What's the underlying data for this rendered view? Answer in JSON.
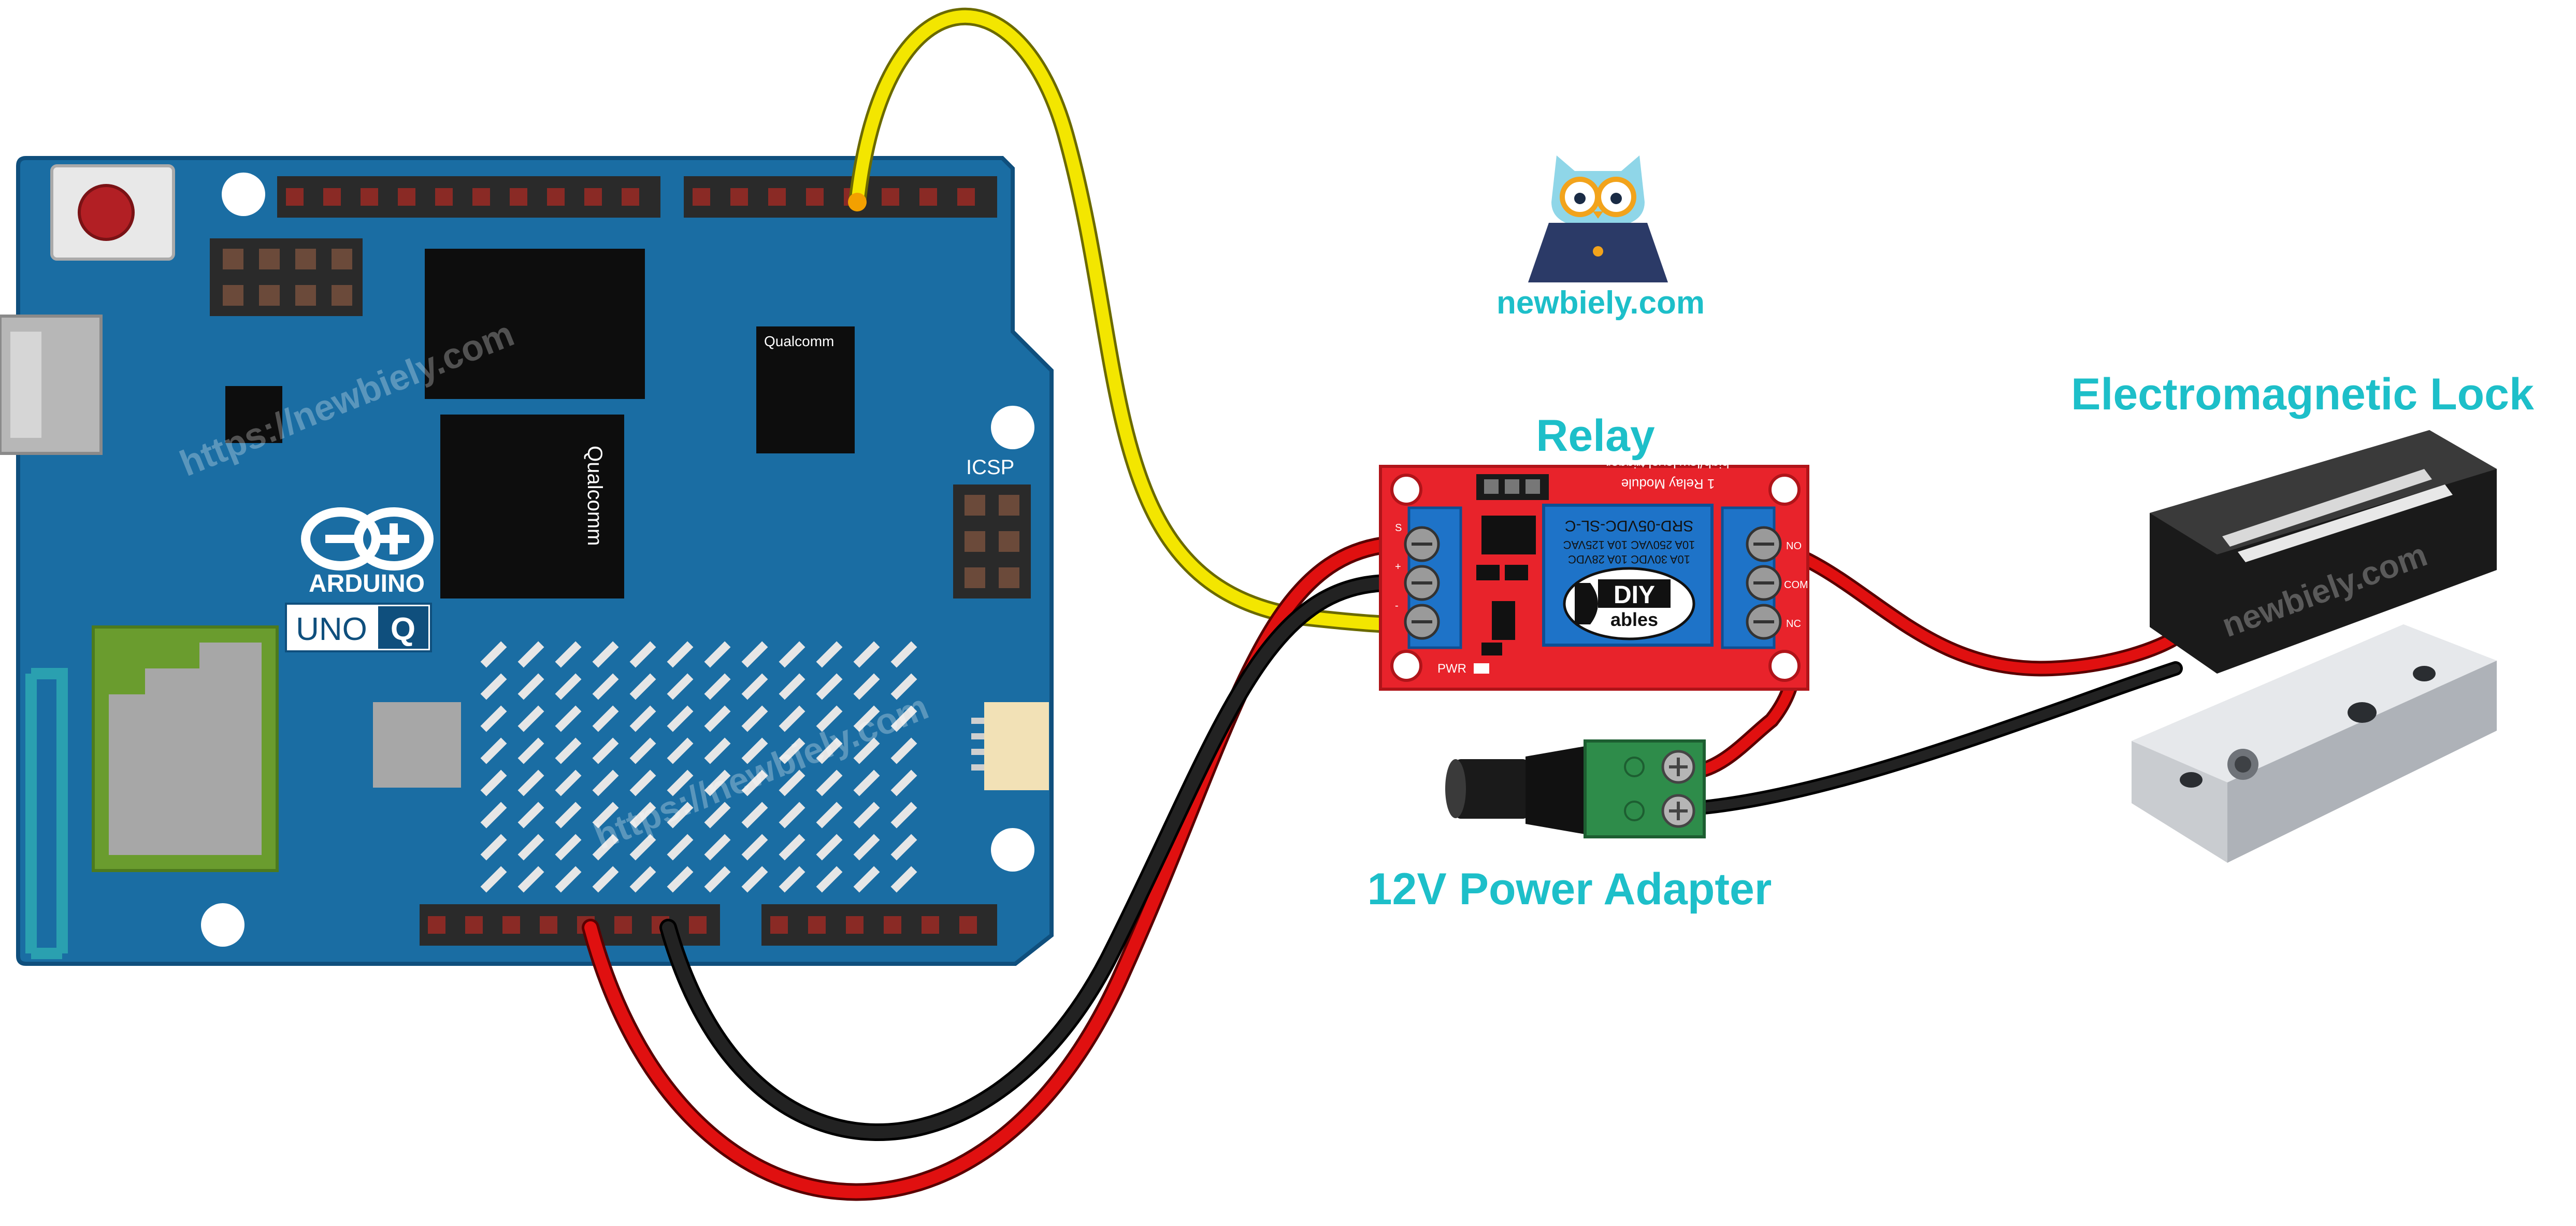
{
  "labels": {
    "relay": "Relay",
    "lock": "Electromagnetic Lock",
    "power": "12V Power Adapter",
    "logo_text": "newbiely.com"
  },
  "board": {
    "brand": "ARDUINO",
    "model": "UNO",
    "model_suffix": "Q",
    "icsp": "ICSP",
    "chip_brand": "Qualcomm"
  },
  "relay_module": {
    "logo_top": "DIY",
    "logo_bottom": "ables",
    "relay_part": "SRD-05VDC-SL-C",
    "rating_1": "10A 250VAC  10A 125VAC",
    "rating_2": "10A 30VDC  10A 28VDC",
    "module_title": "1 Relay Module",
    "trigger_label": "high/low level trigger",
    "pwr": "PWR",
    "pins": [
      "S",
      "+",
      "-"
    ],
    "terminals": [
      "NO",
      "COM",
      "NC"
    ]
  },
  "watermarks": {
    "board": "https://newbiely.com",
    "lock": "newbiely.com"
  },
  "colors": {
    "label": "#1dbfc9",
    "board": "#1a6da3",
    "relay_pcb": "#e8232b",
    "relay_body": "#1e73c8",
    "wire_signal": "#f3e600",
    "wire_power": "#e01010",
    "wire_ground": "#111111"
  }
}
